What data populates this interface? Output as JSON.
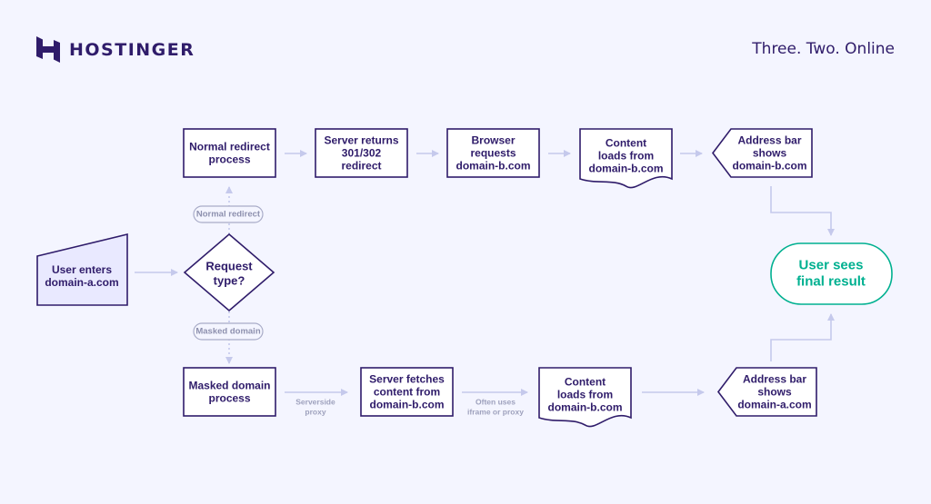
{
  "brand": {
    "name": "HOSTINGER",
    "tagline": "Three. Two. Online"
  },
  "colors": {
    "dark": "#2f1c6a",
    "accent": "#00b090",
    "connector": "#c5c9ec",
    "bg": "#f4f5ff"
  },
  "nodes": {
    "start": [
      "User enters",
      "domain-a.com"
    ],
    "decision": [
      "Request",
      "type?"
    ],
    "normal_process": [
      "Normal redirect",
      "process"
    ],
    "server_returns": [
      "Server returns",
      "301/302",
      "redirect"
    ],
    "browser_requests": [
      "Browser",
      "requests",
      "domain-b.com"
    ],
    "content_top": [
      "Content",
      "loads from",
      "domain-b.com"
    ],
    "address_top": [
      "Address bar",
      "shows",
      "domain-b.com"
    ],
    "final": [
      "User sees",
      "final result"
    ],
    "masked_process": [
      "Masked domain",
      "process"
    ],
    "server_fetches": [
      "Server fetches",
      "content from",
      "domain-b.com"
    ],
    "content_bottom": [
      "Content",
      "loads from",
      "domain-b.com"
    ],
    "address_bottom": [
      "Address bar",
      "shows",
      "domain-a.com"
    ]
  },
  "edge_labels": {
    "normal": "Normal redirect",
    "masked": "Masked domain",
    "serverside": [
      "Serverside",
      "proxy"
    ],
    "iframe": [
      "Often uses",
      "iframe or proxy"
    ]
  }
}
